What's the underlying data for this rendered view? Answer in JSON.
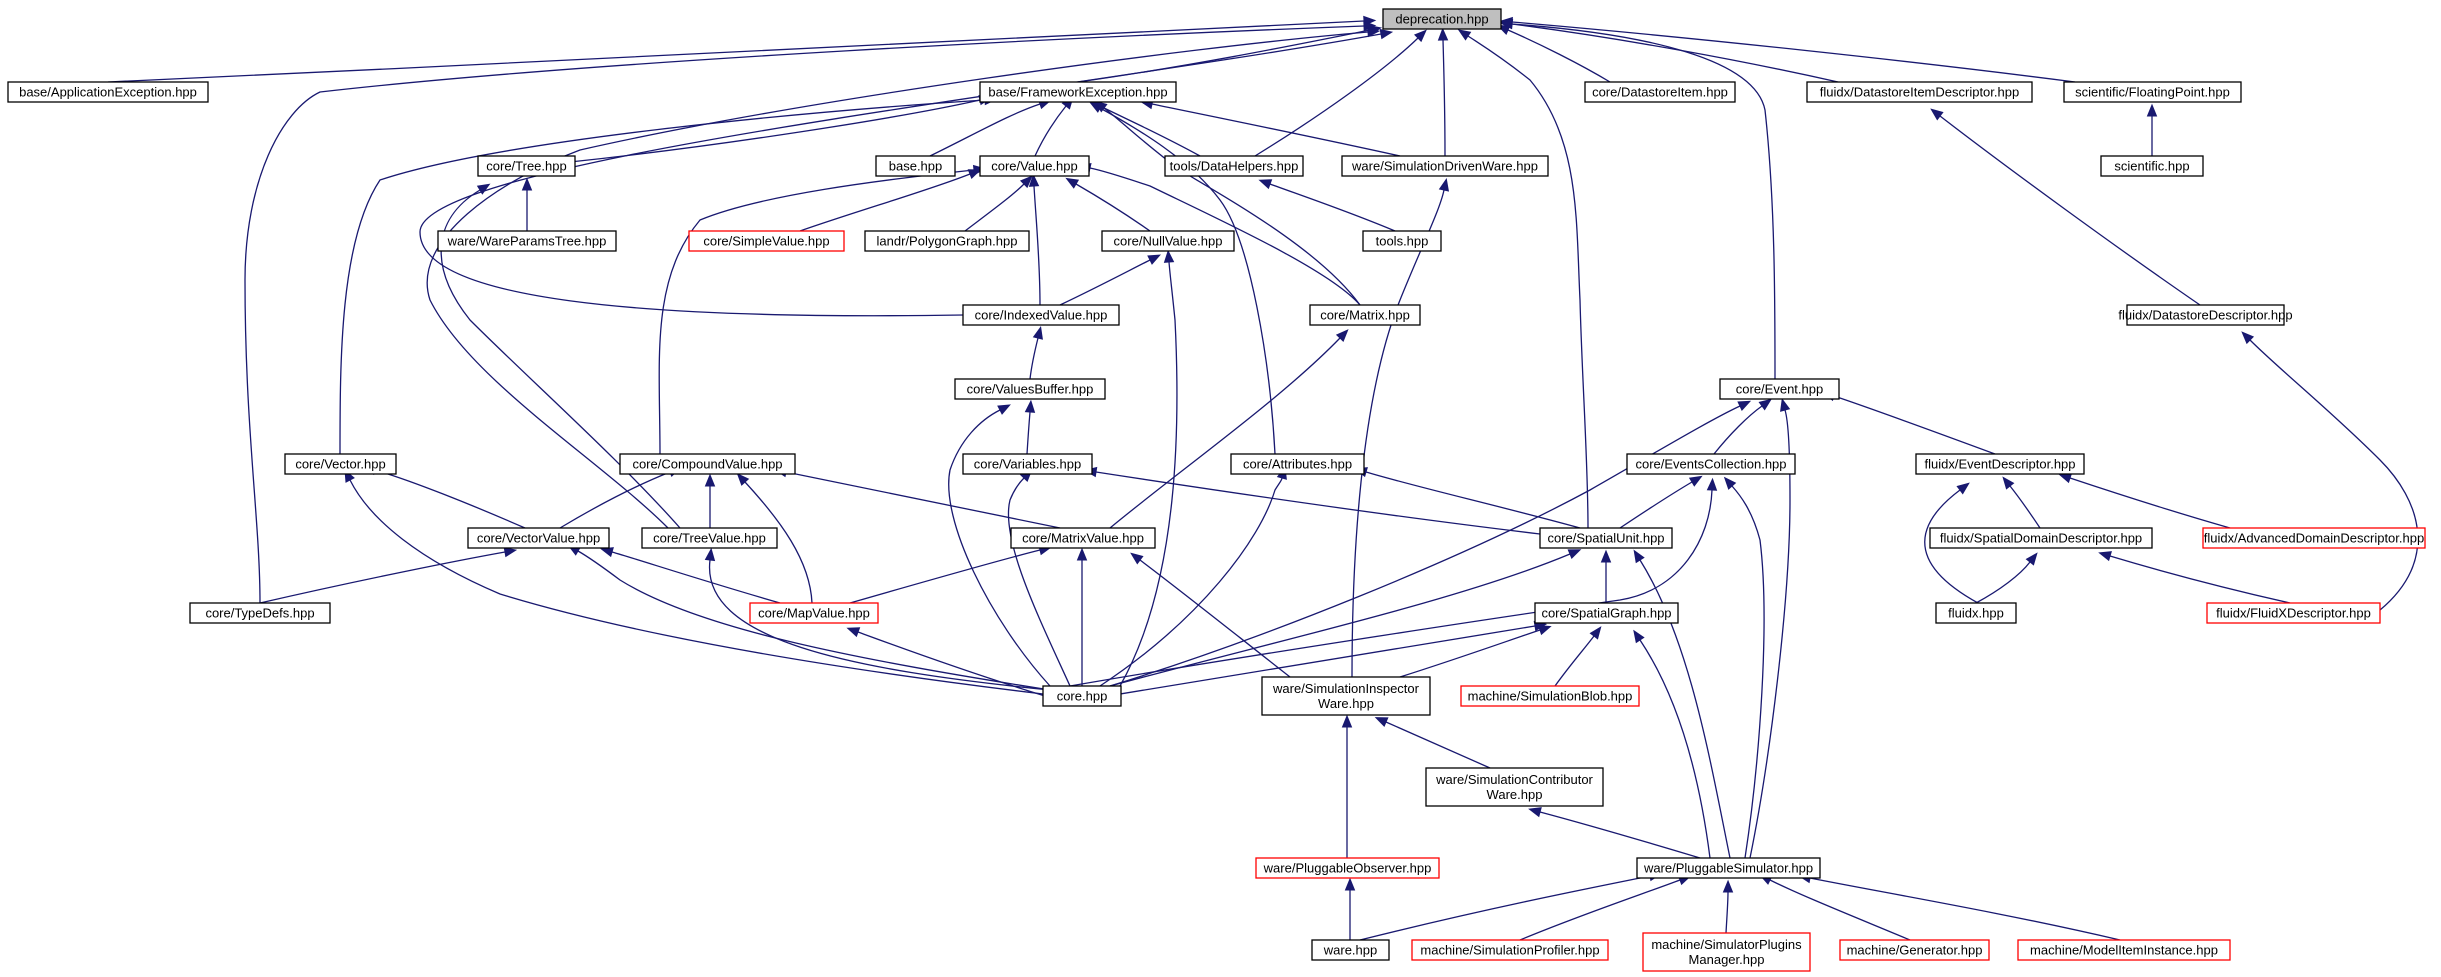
{
  "diagram": {
    "type": "include-dependency-graph",
    "colors": {
      "edge": "#191970",
      "node_border_normal": "#000000",
      "node_border_truncated": "#ff0000",
      "root_fill": "#bfbfbf",
      "node_fill": "#ffffff"
    },
    "nodes": [
      {
        "id": "deprecation",
        "lines": [
          "deprecation.hpp"
        ],
        "style": "root"
      },
      {
        "id": "appexc",
        "lines": [
          "base/ApplicationException.hpp"
        ],
        "style": "normal"
      },
      {
        "id": "fwexc",
        "lines": [
          "base/FrameworkException.hpp"
        ],
        "style": "normal"
      },
      {
        "id": "dsitem",
        "lines": [
          "core/DatastoreItem.hpp"
        ],
        "style": "normal"
      },
      {
        "id": "dsitemdesc",
        "lines": [
          "fluidx/DatastoreItemDescriptor.hpp"
        ],
        "style": "normal"
      },
      {
        "id": "floatpt",
        "lines": [
          "scientific/FloatingPoint.hpp"
        ],
        "style": "normal"
      },
      {
        "id": "tree",
        "lines": [
          "core/Tree.hpp"
        ],
        "style": "normal"
      },
      {
        "id": "base",
        "lines": [
          "base.hpp"
        ],
        "style": "normal"
      },
      {
        "id": "value",
        "lines": [
          "core/Value.hpp"
        ],
        "style": "normal"
      },
      {
        "id": "datahelpers",
        "lines": [
          "tools/DataHelpers.hpp"
        ],
        "style": "normal"
      },
      {
        "id": "simdriven",
        "lines": [
          "ware/SimulationDrivenWare.hpp"
        ],
        "style": "normal"
      },
      {
        "id": "scientific",
        "lines": [
          "scientific.hpp"
        ],
        "style": "normal"
      },
      {
        "id": "wareparams",
        "lines": [
          "ware/WareParamsTree.hpp"
        ],
        "style": "normal"
      },
      {
        "id": "simplevalue",
        "lines": [
          "core/SimpleValue.hpp"
        ],
        "style": "truncated"
      },
      {
        "id": "polygon",
        "lines": [
          "landr/PolygonGraph.hpp"
        ],
        "style": "normal"
      },
      {
        "id": "nullvalue",
        "lines": [
          "core/NullValue.hpp"
        ],
        "style": "normal"
      },
      {
        "id": "tools",
        "lines": [
          "tools.hpp"
        ],
        "style": "normal"
      },
      {
        "id": "indexed",
        "lines": [
          "core/IndexedValue.hpp"
        ],
        "style": "normal"
      },
      {
        "id": "matrix",
        "lines": [
          "core/Matrix.hpp"
        ],
        "style": "normal"
      },
      {
        "id": "dsdesc",
        "lines": [
          "fluidx/DatastoreDescriptor.hpp"
        ],
        "style": "normal"
      },
      {
        "id": "valuesbuf",
        "lines": [
          "core/ValuesBuffer.hpp"
        ],
        "style": "normal"
      },
      {
        "id": "event",
        "lines": [
          "core/Event.hpp"
        ],
        "style": "normal"
      },
      {
        "id": "vector",
        "lines": [
          "core/Vector.hpp"
        ],
        "style": "normal"
      },
      {
        "id": "compound",
        "lines": [
          "core/CompoundValue.hpp"
        ],
        "style": "normal"
      },
      {
        "id": "variables",
        "lines": [
          "core/Variables.hpp"
        ],
        "style": "normal"
      },
      {
        "id": "attributes",
        "lines": [
          "core/Attributes.hpp"
        ],
        "style": "normal"
      },
      {
        "id": "eventscoll",
        "lines": [
          "core/EventsCollection.hpp"
        ],
        "style": "normal"
      },
      {
        "id": "eventdesc",
        "lines": [
          "fluidx/EventDescriptor.hpp"
        ],
        "style": "normal"
      },
      {
        "id": "vectorvalue",
        "lines": [
          "core/VectorValue.hpp"
        ],
        "style": "normal"
      },
      {
        "id": "treevalue",
        "lines": [
          "core/TreeValue.hpp"
        ],
        "style": "normal"
      },
      {
        "id": "matrixvalue",
        "lines": [
          "core/MatrixValue.hpp"
        ],
        "style": "normal"
      },
      {
        "id": "spatialunit",
        "lines": [
          "core/SpatialUnit.hpp"
        ],
        "style": "normal"
      },
      {
        "id": "spatialdomdesc",
        "lines": [
          "fluidx/SpatialDomainDescriptor.hpp"
        ],
        "style": "normal"
      },
      {
        "id": "advdomdesc",
        "lines": [
          "fluidx/AdvancedDomainDescriptor.hpp"
        ],
        "style": "truncated"
      },
      {
        "id": "typedefs",
        "lines": [
          "core/TypeDefs.hpp"
        ],
        "style": "normal"
      },
      {
        "id": "mapvalue",
        "lines": [
          "core/MapValue.hpp"
        ],
        "style": "truncated"
      },
      {
        "id": "spatialgraph",
        "lines": [
          "core/SpatialGraph.hpp"
        ],
        "style": "normal"
      },
      {
        "id": "fluidx",
        "lines": [
          "fluidx.hpp"
        ],
        "style": "normal"
      },
      {
        "id": "fluidxdesc",
        "lines": [
          "fluidx/FluidXDescriptor.hpp"
        ],
        "style": "truncated"
      },
      {
        "id": "core",
        "lines": [
          "core.hpp"
        ],
        "style": "normal"
      },
      {
        "id": "siminspector",
        "lines": [
          "ware/SimulationInspector",
          "Ware.hpp"
        ],
        "style": "normal"
      },
      {
        "id": "simblob",
        "lines": [
          "machine/SimulationBlob.hpp"
        ],
        "style": "truncated"
      },
      {
        "id": "simcontrib",
        "lines": [
          "ware/SimulationContributor",
          "Ware.hpp"
        ],
        "style": "normal"
      },
      {
        "id": "plugobserver",
        "lines": [
          "ware/PluggableObserver.hpp"
        ],
        "style": "truncated"
      },
      {
        "id": "plugsim",
        "lines": [
          "ware/PluggableSimulator.hpp"
        ],
        "style": "normal"
      },
      {
        "id": "ware",
        "lines": [
          "ware.hpp"
        ],
        "style": "normal"
      },
      {
        "id": "simprofiler",
        "lines": [
          "machine/SimulationProfiler.hpp"
        ],
        "style": "truncated"
      },
      {
        "id": "simplugins",
        "lines": [
          "machine/SimulatorPlugins",
          "Manager.hpp"
        ],
        "style": "truncated"
      },
      {
        "id": "generator",
        "lines": [
          "machine/Generator.hpp"
        ],
        "style": "truncated"
      },
      {
        "id": "modelitem",
        "lines": [
          "machine/ModelItemInstance.hpp"
        ],
        "style": "truncated"
      }
    ],
    "edges": [
      [
        "appexc",
        "deprecation"
      ],
      [
        "fwexc",
        "deprecation"
      ],
      [
        "dsitem",
        "deprecation"
      ],
      [
        "dsitemdesc",
        "deprecation"
      ],
      [
        "floatpt",
        "deprecation"
      ],
      [
        "datahelpers",
        "deprecation"
      ],
      [
        "simdriven",
        "deprecation"
      ],
      [
        "indexed",
        "deprecation"
      ],
      [
        "typedefs",
        "deprecation"
      ],
      [
        "treevalue",
        "deprecation"
      ],
      [
        "spatialunit",
        "deprecation"
      ],
      [
        "event",
        "deprecation"
      ],
      [
        "tree",
        "fwexc"
      ],
      [
        "base",
        "fwexc"
      ],
      [
        "value",
        "fwexc"
      ],
      [
        "datahelpers",
        "fwexc"
      ],
      [
        "simdriven",
        "fwexc"
      ],
      [
        "vector",
        "fwexc"
      ],
      [
        "attributes",
        "fwexc"
      ],
      [
        "matrix",
        "fwexc"
      ],
      [
        "wareparams",
        "tree"
      ],
      [
        "treevalue",
        "tree"
      ],
      [
        "simplevalue",
        "value"
      ],
      [
        "polygon",
        "value"
      ],
      [
        "nullvalue",
        "value"
      ],
      [
        "indexed",
        "value"
      ],
      [
        "compound",
        "value"
      ],
      [
        "matrix",
        "value"
      ],
      [
        "tools",
        "datahelpers"
      ],
      [
        "siminspector",
        "simdriven"
      ],
      [
        "scientific",
        "floatpt"
      ],
      [
        "dsdesc",
        "dsitemdesc"
      ],
      [
        "indexed",
        "nullvalue"
      ],
      [
        "core",
        "nullvalue"
      ],
      [
        "valuesbuf",
        "indexed"
      ],
      [
        "matrixvalue",
        "matrix"
      ],
      [
        "variables",
        "valuesbuf"
      ],
      [
        "core",
        "valuesbuf"
      ],
      [
        "fluidxdesc",
        "dsdesc"
      ],
      [
        "eventscoll",
        "event"
      ],
      [
        "eventdesc",
        "event"
      ],
      [
        "core",
        "event"
      ],
      [
        "plugsim",
        "event"
      ],
      [
        "vectorvalue",
        "vector"
      ],
      [
        "core",
        "vector"
      ],
      [
        "vectorvalue",
        "compound"
      ],
      [
        "treevalue",
        "compound"
      ],
      [
        "mapvalue",
        "compound"
      ],
      [
        "matrixvalue",
        "compound"
      ],
      [
        "core",
        "variables"
      ],
      [
        "spatialunit",
        "variables"
      ],
      [
        "core",
        "attributes"
      ],
      [
        "spatialunit",
        "attributes"
      ],
      [
        "spatialunit",
        "eventscoll"
      ],
      [
        "core",
        "eventscoll"
      ],
      [
        "plugsim",
        "eventscoll"
      ],
      [
        "spatialdomdesc",
        "eventdesc"
      ],
      [
        "advdomdesc",
        "eventdesc"
      ],
      [
        "fluidx",
        "eventdesc"
      ],
      [
        "typedefs",
        "vectorvalue"
      ],
      [
        "mapvalue",
        "vectorvalue"
      ],
      [
        "core",
        "vectorvalue"
      ],
      [
        "core",
        "treevalue"
      ],
      [
        "mapvalue",
        "matrixvalue"
      ],
      [
        "core",
        "matrixvalue"
      ],
      [
        "siminspector",
        "matrixvalue"
      ],
      [
        "core",
        "spatialunit"
      ],
      [
        "spatialgraph",
        "spatialunit"
      ],
      [
        "plugsim",
        "spatialunit"
      ],
      [
        "fluidx",
        "spatialdomdesc"
      ],
      [
        "fluidxdesc",
        "spatialdomdesc"
      ],
      [
        "core",
        "mapvalue"
      ],
      [
        "core",
        "spatialgraph"
      ],
      [
        "siminspector",
        "spatialgraph"
      ],
      [
        "simblob",
        "spatialgraph"
      ],
      [
        "plugsim",
        "spatialgraph"
      ],
      [
        "simcontrib",
        "siminspector"
      ],
      [
        "plugobserver",
        "siminspector"
      ],
      [
        "plugsim",
        "simcontrib"
      ],
      [
        "ware",
        "plugobserver"
      ],
      [
        "ware",
        "plugsim"
      ],
      [
        "simprofiler",
        "plugsim"
      ],
      [
        "simplugins",
        "plugsim"
      ],
      [
        "generator",
        "plugsim"
      ],
      [
        "modelitem",
        "plugsim"
      ]
    ]
  }
}
